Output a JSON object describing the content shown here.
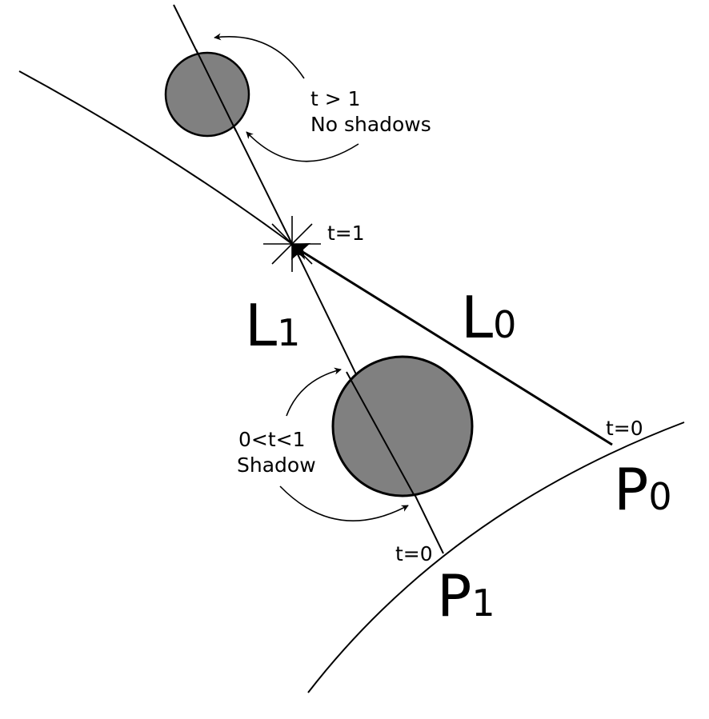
{
  "labels": {
    "t_gt_1_line1": "t > 1",
    "t_gt_1_line2": "No shadows",
    "t_eq_1": "t=1",
    "L1_main": "L",
    "L1_sub": "1",
    "L0_main": "L",
    "L0_sub": "0",
    "shadow_line1": "0<t<1",
    "shadow_line2": "Shadow",
    "t0_right": "t=0",
    "t0_left": "t=0",
    "P0_main": "P",
    "P0_sub": "0",
    "P1_main": "P",
    "P1_sub": "1"
  },
  "colors": {
    "stroke": "#000000",
    "sphere_fill": "#808080",
    "background": "#ffffff"
  }
}
